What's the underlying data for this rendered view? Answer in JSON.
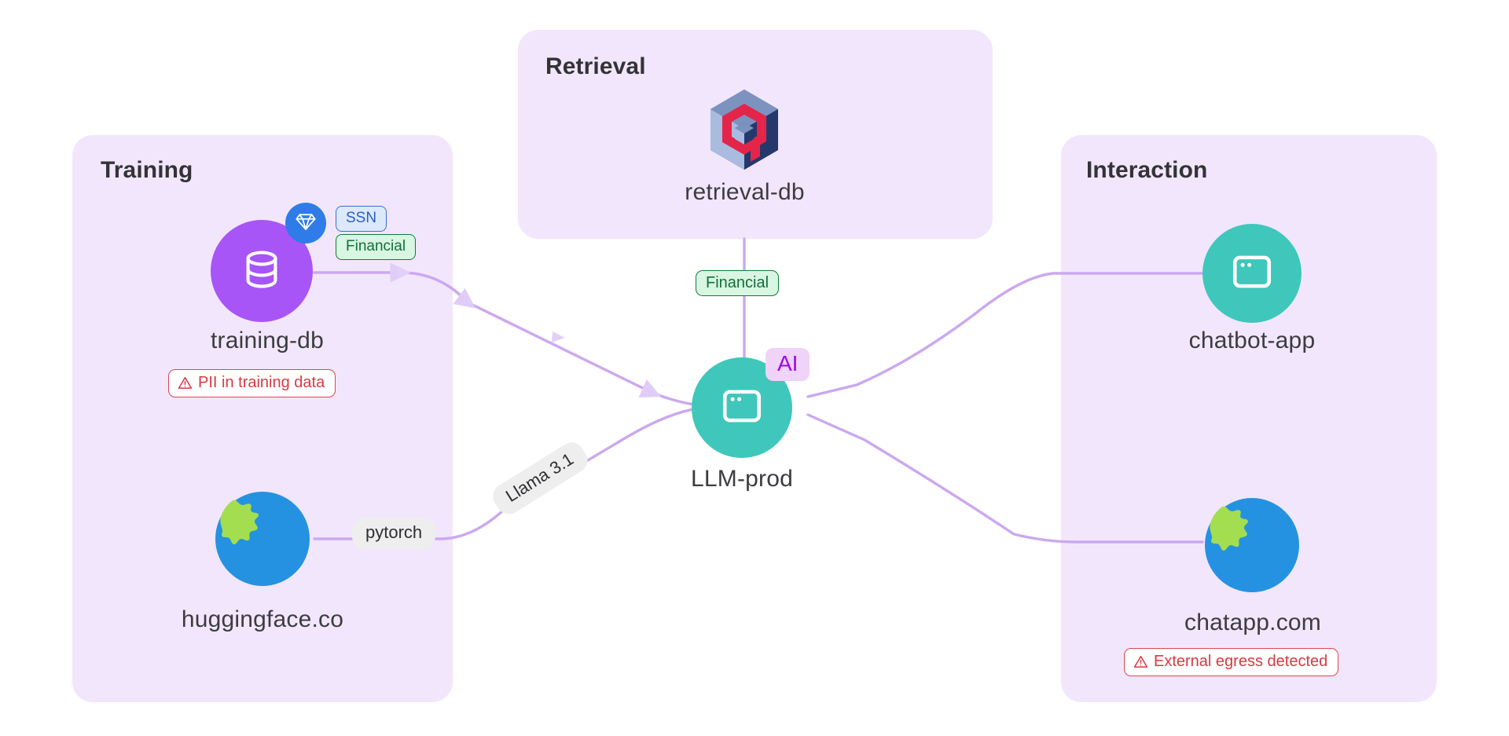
{
  "canvas": {
    "background": "#ffffff",
    "edge_color": "#cba8f0",
    "group_background": "#f2e6fc"
  },
  "groups": [
    {
      "id": "training",
      "title": "Training"
    },
    {
      "id": "retrieval",
      "title": "Retrieval"
    },
    {
      "id": "interaction",
      "title": "Interaction"
    }
  ],
  "nodes": [
    {
      "id": "training-db",
      "label": "training-db",
      "icon": "database-icon",
      "color": "#a855f7",
      "group": "training",
      "badge": {
        "icon": "diamond-icon",
        "color": "#2f7ce8"
      },
      "tags": [
        {
          "label": "SSN",
          "kind": "ssn"
        },
        {
          "label": "Financial",
          "kind": "financial"
        }
      ],
      "alert": {
        "label": "PII in training data",
        "icon": "warning-icon",
        "color": "#d63a43"
      }
    },
    {
      "id": "huggingface",
      "label": "huggingface.co",
      "icon": "globe-icon",
      "group": "training"
    },
    {
      "id": "retrieval-db",
      "label": "retrieval-db",
      "icon": "qdrant-logo-icon",
      "group": "retrieval"
    },
    {
      "id": "llm-prod",
      "label": "LLM-prod",
      "icon": "window-icon",
      "color": "#3fc7bb",
      "group": "",
      "badge_ai": {
        "label": "AI",
        "color": "#9b0ae8",
        "background": "#f0d3f8"
      }
    },
    {
      "id": "chatbot-app",
      "label": "chatbot-app",
      "icon": "window-icon",
      "color": "#3fc7bb",
      "group": "interaction"
    },
    {
      "id": "chatapp",
      "label": "chatapp.com",
      "icon": "globe-icon",
      "group": "interaction",
      "alert": {
        "label": "External egress detected",
        "icon": "warning-icon",
        "color": "#d63a43"
      }
    }
  ],
  "edges": [
    {
      "id": "training-db-to-llm",
      "from": "training-db",
      "to": "llm-prod",
      "label": "",
      "arrow": true
    },
    {
      "id": "huggingface-to-llm",
      "from": "huggingface",
      "to": "llm-prod",
      "label": "pytorch",
      "label2": "Llama 3.1"
    },
    {
      "id": "retrieval-db-to-llm",
      "from": "retrieval-db",
      "to": "llm-prod",
      "label": "Financial",
      "label_kind": "financial"
    },
    {
      "id": "llm-to-chatbot",
      "from": "llm-prod",
      "to": "chatbot-app",
      "label": ""
    },
    {
      "id": "llm-to-chatapp",
      "from": "llm-prod",
      "to": "chatapp",
      "label": ""
    }
  ],
  "edge_labels": {
    "pytorch": "pytorch",
    "llama": "Llama 3.1",
    "financial": "Financial"
  }
}
